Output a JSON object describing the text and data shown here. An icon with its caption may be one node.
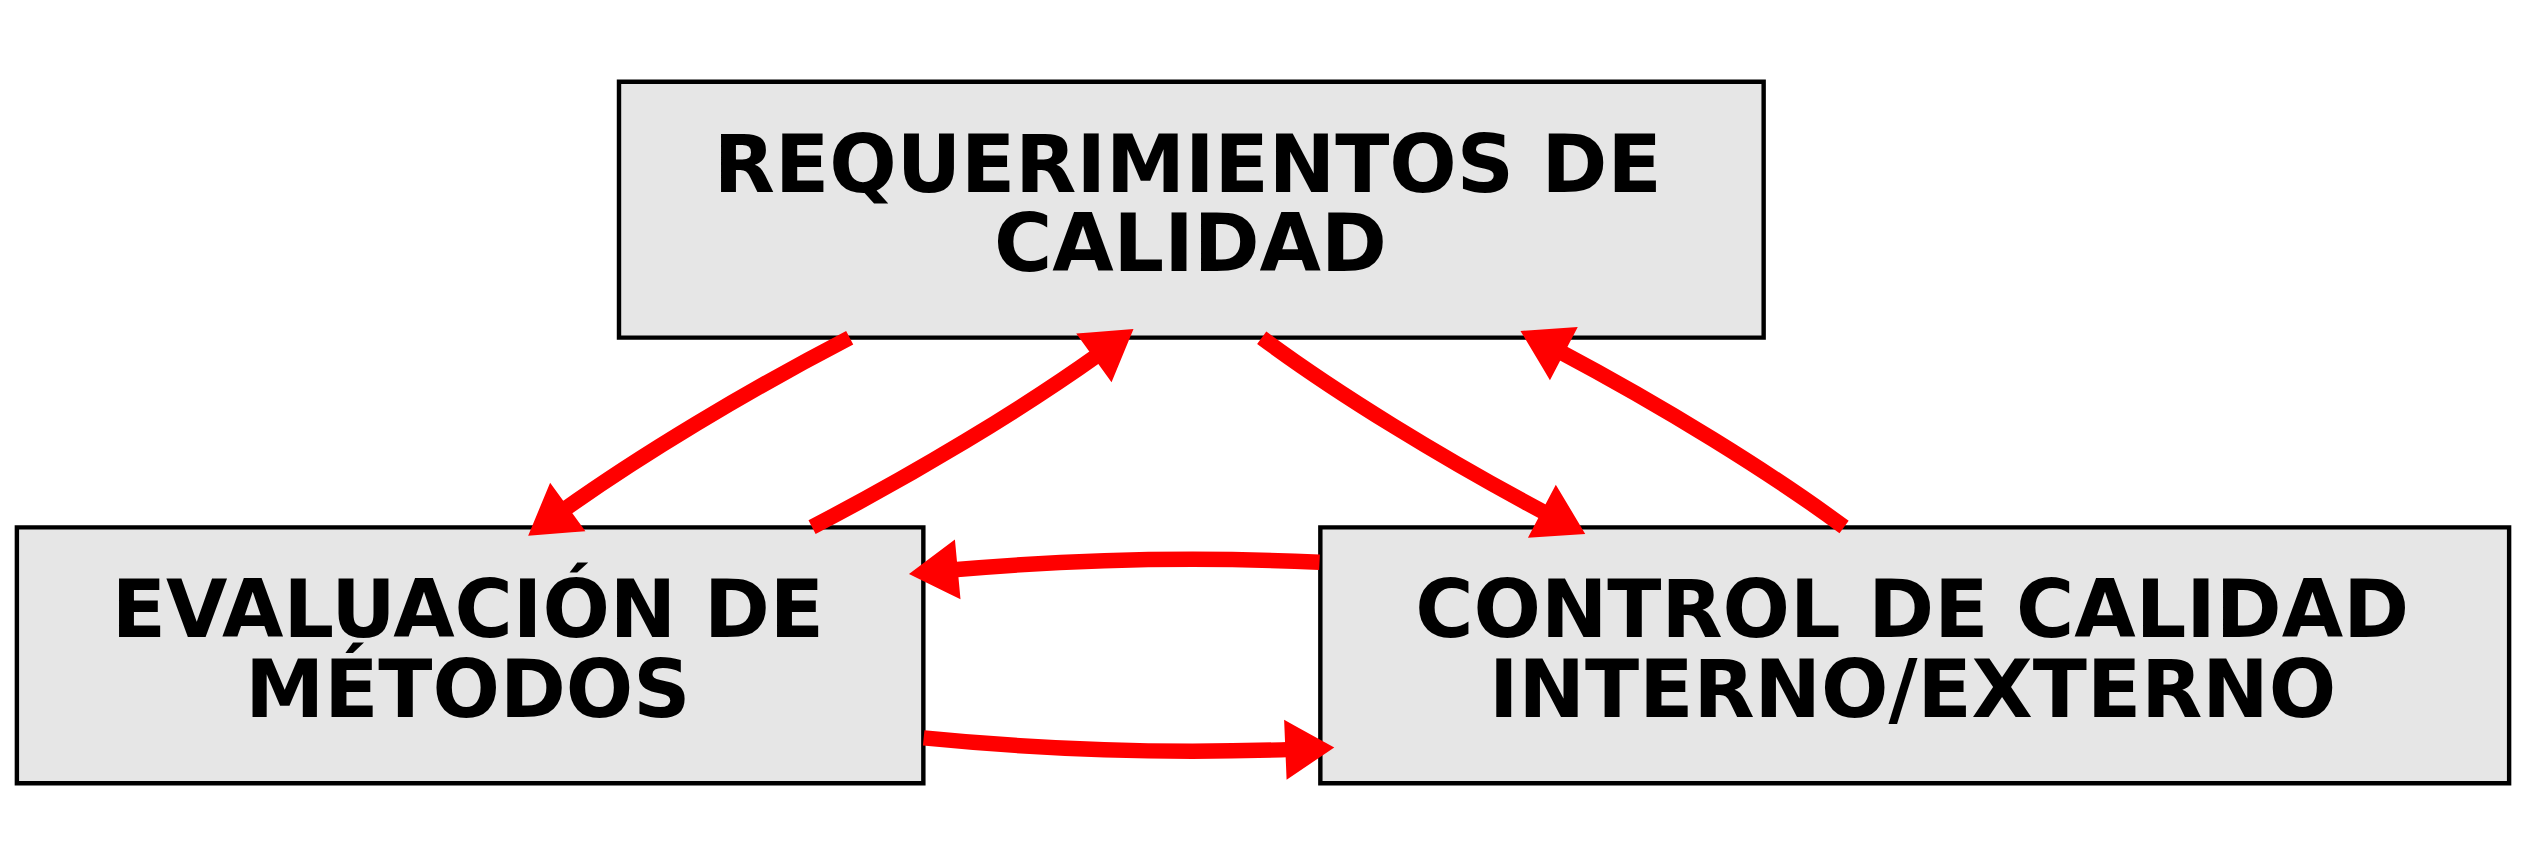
{
  "diagram": {
    "nodes": [
      {
        "text": [
          "REQUERIMIENTOS DE CALIDAD"
        ]
      },
      {
        "text": [
          "EVALUACIÓN DE MÉTODOS"
        ]
      },
      {
        "text": [
          "CONTROL DE CALIDAD INTERNO/EXTERNO"
        ]
      }
    ],
    "edges": [
      {
        "from": 1,
        "to": 0,
        "arrow": "to"
      },
      {
        "from": 0,
        "to": 1,
        "arrow": "to"
      },
      {
        "from": 0,
        "to": 2,
        "arrow": "to"
      },
      {
        "from": 2,
        "to": 0,
        "arrow": "to"
      },
      {
        "from": 1,
        "to": 2,
        "arrow": "to"
      },
      {
        "from": 2,
        "to": 1,
        "arrow": "to"
      }
    ]
  }
}
